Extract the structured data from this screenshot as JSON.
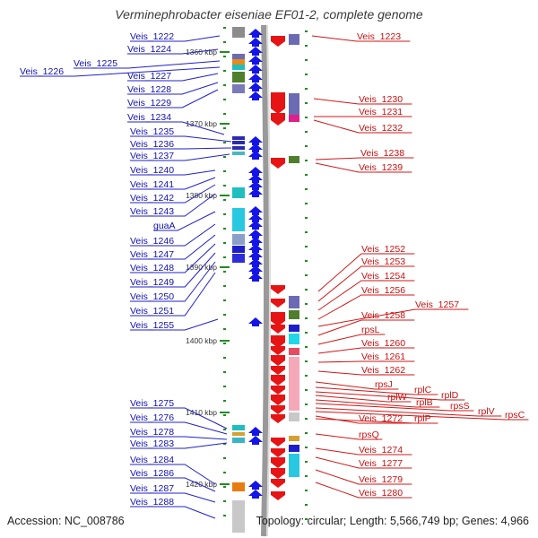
{
  "title": "Verminephrobacter eiseniae EF01-2, complete genome",
  "accession": "Accession: NC_008786",
  "topology": "Topology: circular; Length: 5,566,749 bp; Genes: 4,966",
  "colors": {
    "left_gene": "#1414e6",
    "right_gene": "#e61414",
    "backbone": "#999999",
    "tick": "#228b22"
  },
  "kbp_labels": [
    "1360 kbp",
    "1370 kbp",
    "1380 kbp",
    "1390 kbp",
    "1400 kbp",
    "1410 kbp",
    "1420 kbp"
  ],
  "left_labels": [
    "Veis_1222",
    "Veis_1224",
    "Veis_1225",
    "Veis_1226",
    "Veis_1227",
    "Veis_1228",
    "Veis_1229",
    "Veis_1234",
    "Veis_1235",
    "Veis_1236",
    "Veis_1237",
    "Veis_1240",
    "Veis_1241",
    "Veis_1242",
    "Veis_1243",
    "guaA",
    "Veis_1246",
    "Veis_1247",
    "Veis_1248",
    "Veis_1249",
    "Veis_1250",
    "Veis_1251",
    "Veis_1255",
    "Veis_1275",
    "Veis_1276",
    "Veis_1278",
    "Veis_1283",
    "Veis_1284",
    "Veis_1286",
    "Veis_1287",
    "Veis_1288"
  ],
  "right_labels": [
    "Veis_1223",
    "Veis_1230",
    "Veis_1231",
    "Veis_1232",
    "Veis_1238",
    "Veis_1239",
    "Veis_1252",
    "Veis_1253",
    "Veis_1254",
    "Veis_1256",
    "Veis_1257",
    "Veis_1258",
    "rpsL",
    "Veis_1260",
    "Veis_1261",
    "Veis_1262",
    "rpsJ",
    "rplC",
    "rplD",
    "rplW",
    "rplB",
    "rpsS",
    "rplV",
    "rpsC",
    "Veis_1272",
    "rplP",
    "rpsQ",
    "Veis_1274",
    "Veis_1277",
    "Veis_1279",
    "Veis_1280"
  ]
}
